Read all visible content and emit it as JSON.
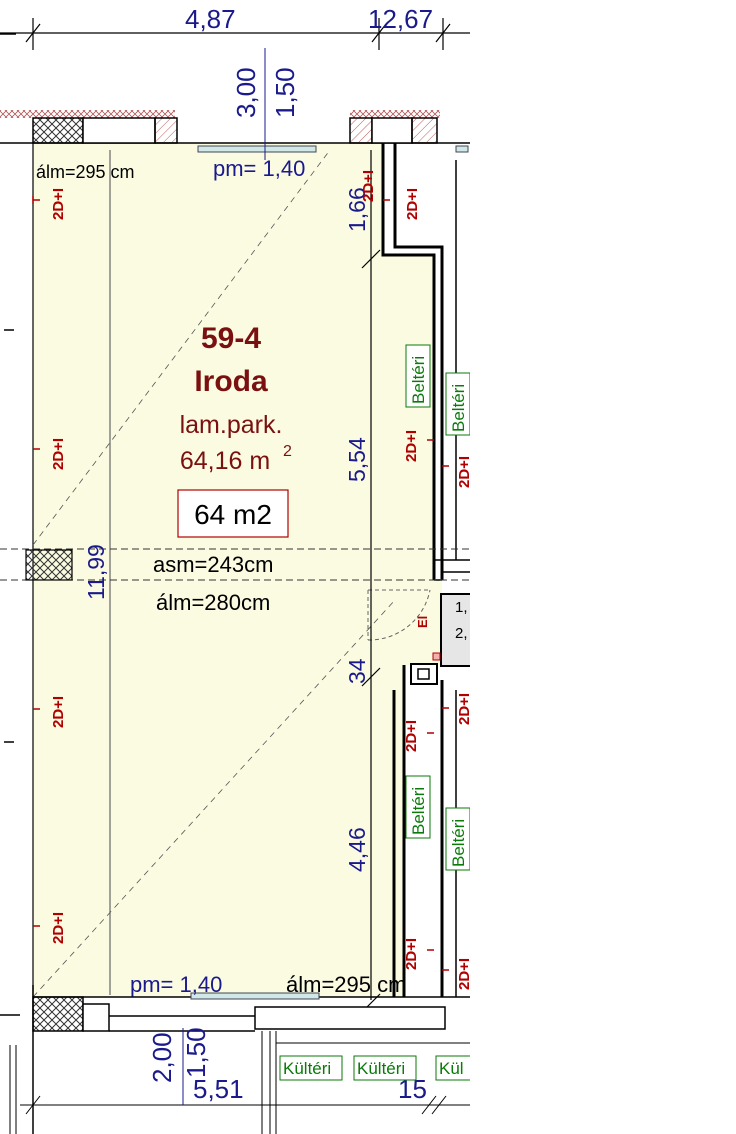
{
  "room": {
    "number": "59-4",
    "name": "Iroda",
    "floor": "lam.park.",
    "area": "64,16 m",
    "area_sup": "2",
    "area_box": "64 m2"
  },
  "dimensions": {
    "top_left": "4,87",
    "top_right": "12,67",
    "top_v1": "3,00",
    "top_v2": "1,50",
    "right_top": "1,66",
    "right_mid": "5,54",
    "right_small": "34",
    "right_bottom": "4,46",
    "left_vertical": "11,99",
    "bottom_v1": "2,00",
    "bottom_v2": "1,50",
    "bottom_left": "5,51",
    "bottom_right": "15"
  },
  "annotations": {
    "pm_top": "pm= 1,40",
    "alm_top": "álm=295 cm",
    "asm": "asm=243cm",
    "alm_mid": "álm=280cm",
    "pm_bottom": "pm= 1,40",
    "alm_bottom": "álm=295 cm"
  },
  "wall_tags": {
    "tag": "2D+I",
    "beltéri": "Beltéri",
    "kültéri": "Kültéri",
    "kul_cut": "Kül",
    "el": "El"
  },
  "side_box": {
    "line1": "1,",
    "line2": "2,"
  },
  "colors": {
    "room_fill": "#fbfbe2",
    "wall": "#000000",
    "dim": "#1a1a8c",
    "room_text": "#7a1010",
    "tag": "#b00000",
    "green": "#0a7a0a"
  }
}
